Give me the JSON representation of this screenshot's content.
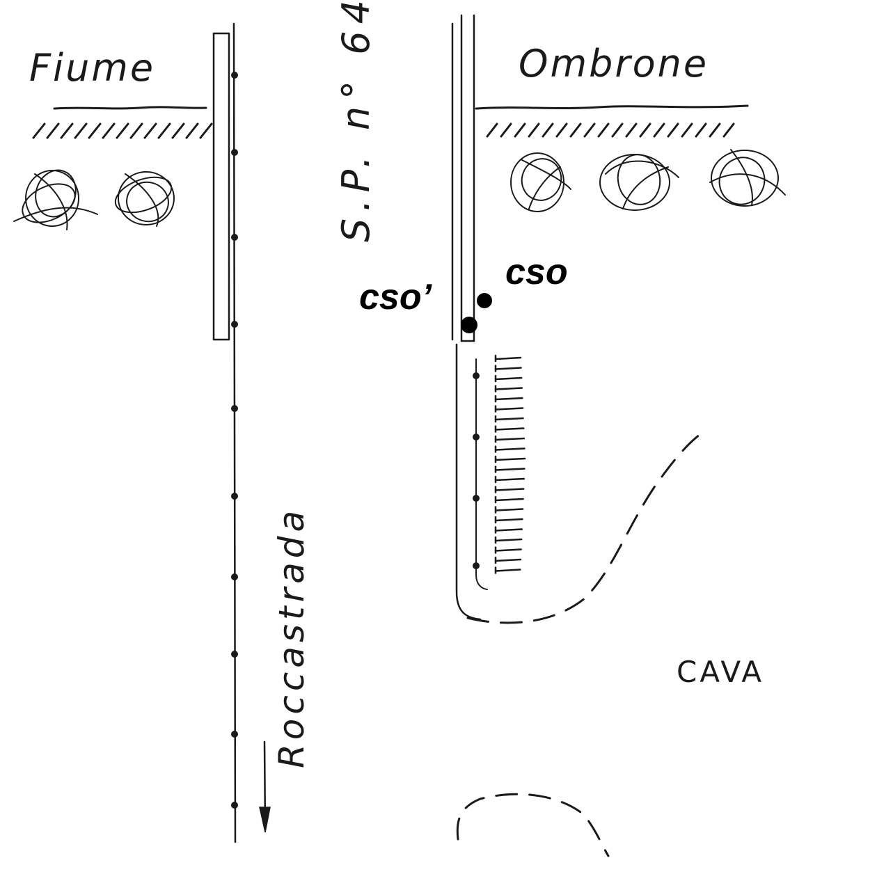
{
  "labels": {
    "river_left": "Fiume",
    "river_right": "Ombrone",
    "road_name": "S.P. n° 64",
    "direction": "Roccastrada",
    "quarry": "CAVA"
  },
  "markers": {
    "cso": "cso",
    "cso_prime": "cso’"
  },
  "colors": {
    "ink": "#1a1a1a",
    "marker": "#000000",
    "background": "#ffffff"
  }
}
